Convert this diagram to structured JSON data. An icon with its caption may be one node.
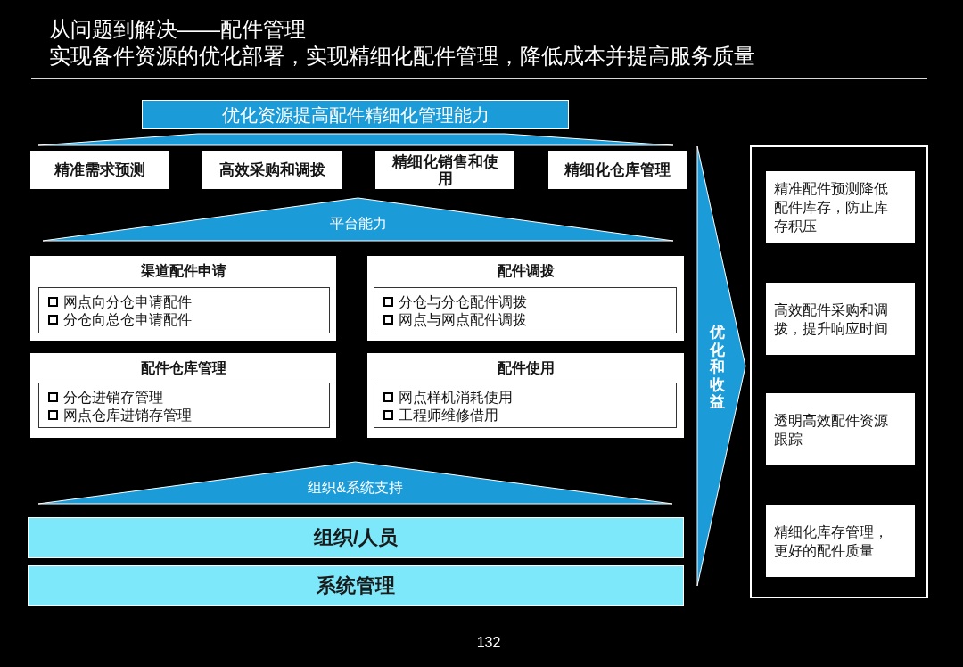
{
  "diagram": {
    "title": "从问题到解决——配件管理",
    "nodes": [
      {
        "text": [
          "优化资源提高配件精细化管理能力"
        ]
      },
      {
        "text": [],
        "shape": "trapezoid"
      },
      {
        "text": [
          "精准需求预测"
        ]
      },
      {
        "text": [
          "高效采购和调拨"
        ]
      },
      {
        "text": [
          "精细化销售和使用"
        ]
      },
      {
        "text": [
          "精细化仓库管理"
        ]
      },
      {
        "text": [
          "平台能力"
        ]
      },
      {
        "text": [
          "渠道配件申请"
        ]
      },
      {
        "text": [
          "网点向分仓申请配件",
          "分仓向总仓申请配件"
        ],
        "in": 7
      },
      {
        "text": [
          "配件调拨"
        ]
      },
      {
        "text": [
          "分仓与分仓配件调拨",
          "网点与网点配件调拨"
        ],
        "in": 9
      },
      {
        "text": [
          "配件仓库管理"
        ]
      },
      {
        "text": [
          "分仓进销存管理",
          "网点仓库进销存管理"
        ],
        "in": 11
      },
      {
        "text": [
          "配件使用"
        ]
      },
      {
        "text": [
          "网点样机消耗使用",
          "工程师维修借用"
        ],
        "in": 13
      },
      {
        "text": [
          "组织&系统支持"
        ]
      },
      {
        "text": [
          "组织/人员"
        ]
      },
      {
        "text": [
          "系统管理"
        ]
      },
      {
        "text": [
          "优化和收益"
        ]
      },
      {
        "text": [],
        "shape": "box"
      },
      {
        "text": [
          "精准配件预测降低配件库存，防止库存积压"
        ],
        "in": 19
      },
      {
        "text": [
          "高效配件采购和调拨，提升响应时间"
        ],
        "in": 19
      },
      {
        "text": [
          "透明高效配件资源跟踪"
        ],
        "in": 19
      },
      {
        "text": [
          "精细化库存管理，更好的配件质量"
        ],
        "in": 19
      }
    ],
    "labels": [
      "实现备件资源的优化部署，实现精细化配件管理，降低成本并提高服务质量",
      "132"
    ]
  }
}
